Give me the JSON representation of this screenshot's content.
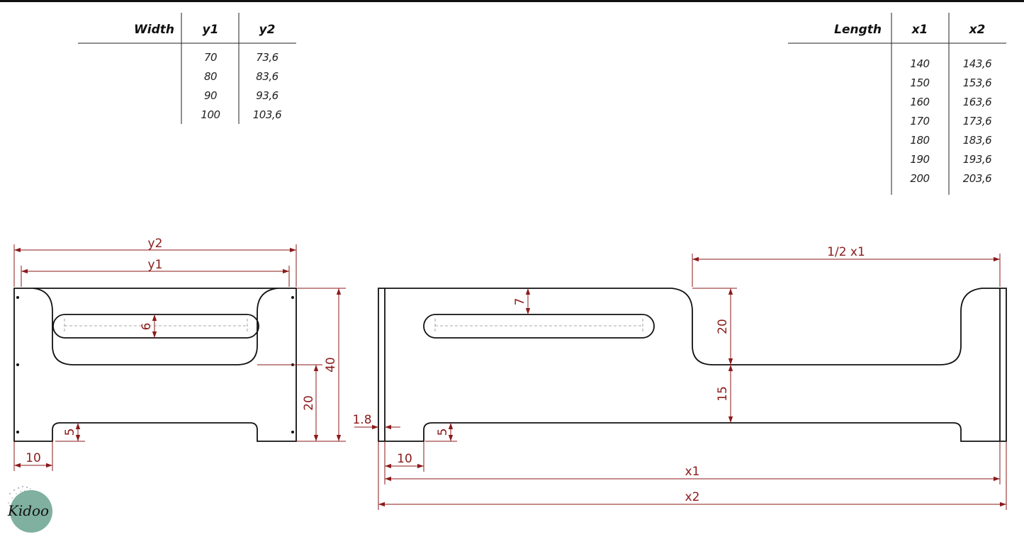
{
  "width_table": {
    "headers": [
      "Width",
      "y1",
      "y2"
    ],
    "rows": [
      [
        "",
        "70",
        "73,6"
      ],
      [
        "",
        "80",
        "83,6"
      ],
      [
        "",
        "90",
        "93,6"
      ],
      [
        "",
        "100",
        "103,6"
      ]
    ]
  },
  "length_table": {
    "headers": [
      "Length",
      "x1",
      "x2"
    ],
    "rows": [
      [
        "",
        "140",
        "143,6"
      ],
      [
        "",
        "150",
        "153,6"
      ],
      [
        "",
        "160",
        "163,6"
      ],
      [
        "",
        "170",
        "173,6"
      ],
      [
        "",
        "180",
        "183,6"
      ],
      [
        "",
        "190",
        "193,6"
      ],
      [
        "",
        "200",
        "203,6"
      ]
    ]
  },
  "end_panel": {
    "dims": {
      "overall": "y2",
      "inner": "y1",
      "height": "40",
      "lower": "20",
      "notch_height": "5",
      "notch_width": "10",
      "slot": "6"
    }
  },
  "side_panel": {
    "dims": {
      "half": "1/2 x1",
      "top": "7",
      "cutout": "20",
      "middle": "15",
      "thickness": "1.8",
      "notch_height": "5",
      "notch_width": "10",
      "inner": "x1",
      "overall": "x2"
    }
  },
  "logo": {
    "text": "Kidoo",
    "color": "#7fb0a0"
  },
  "colors": {
    "dimension": "#8b1a1a",
    "outline": "#111111"
  }
}
